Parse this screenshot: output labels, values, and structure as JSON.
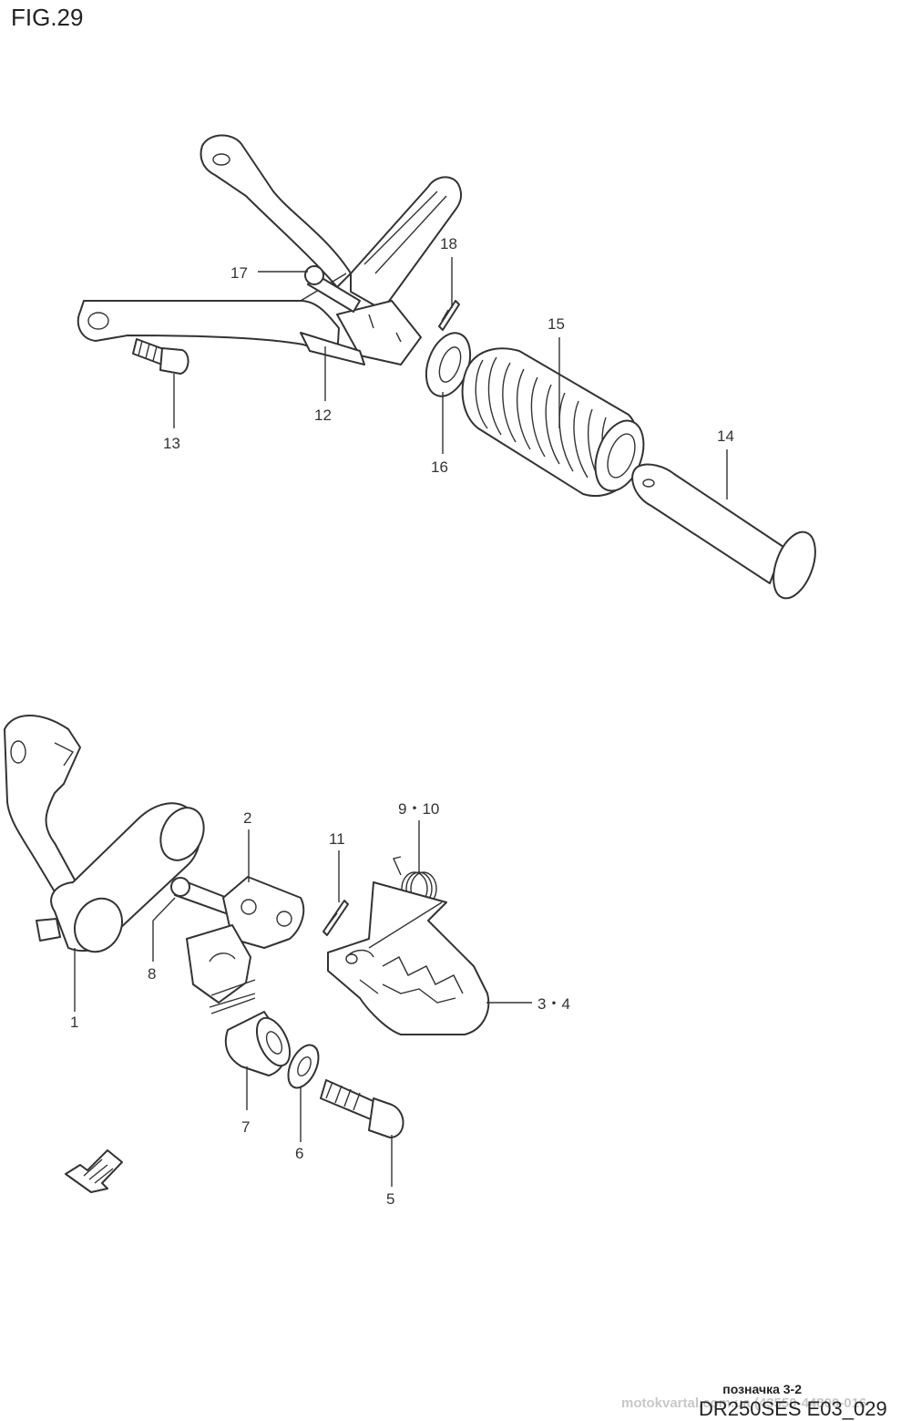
{
  "figure": {
    "title": "FIG.29"
  },
  "callouts": {
    "p1": "1",
    "p2": "2",
    "p3_4": "3・4",
    "p5": "5",
    "p6": "6",
    "p7": "7",
    "p8": "8",
    "p9_10": "9・10",
    "p11": "11",
    "p12": "12",
    "p13": "13",
    "p14": "14",
    "p15": "15",
    "p16": "16",
    "p17": "17",
    "p18": "18"
  },
  "footer": {
    "caption": "позначка 3-2",
    "watermark": "motokvartal.com.ua (43550-44800-016",
    "drawing_code": "DR250SES E03_029"
  },
  "icons": {
    "direction_arrow": "front-direction-arrow-icon"
  }
}
